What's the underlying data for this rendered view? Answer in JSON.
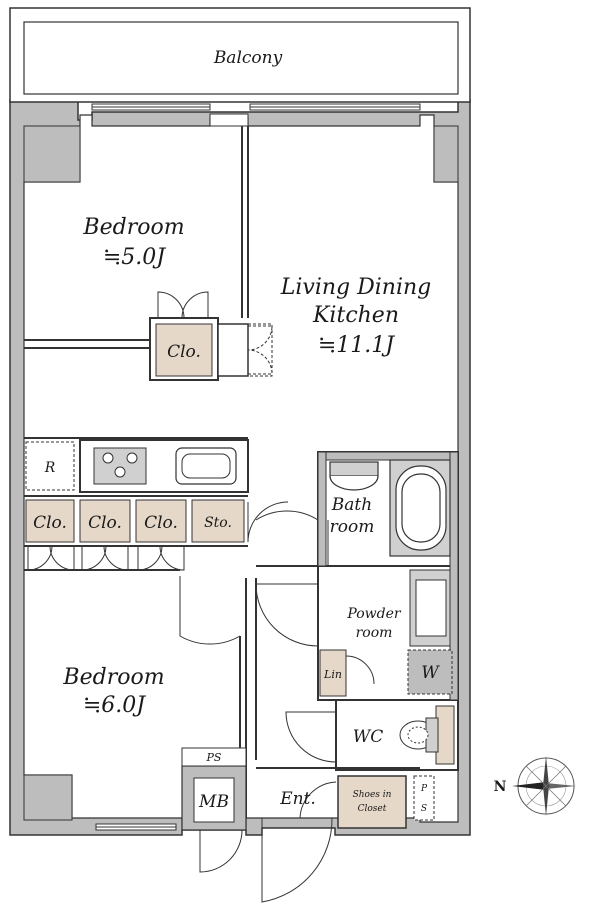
{
  "rooms": {
    "balcony": "Balcony",
    "bedroom1": {
      "name": "Bedroom",
      "size": "≒5.0J"
    },
    "ldk": {
      "line1": "Living Dining",
      "line2": "Kitchen",
      "size": "≒11.1J"
    },
    "bedroom2": {
      "name": "Bedroom",
      "size": "≒6.0J"
    },
    "bath": {
      "line1": "Bath",
      "line2": "room"
    },
    "powder": {
      "line1": "Powder",
      "line2": "room"
    },
    "wc": "WC",
    "entrance": "Ent.",
    "mb": "MB"
  },
  "storage": {
    "clo_bedroom1": "Clo.",
    "clo_a": "Clo.",
    "clo_b": "Clo.",
    "clo_c": "Clo.",
    "sto": "Sto.",
    "lin": "Lin",
    "shoes_line1": "Shoes in",
    "shoes_line2": "Closet"
  },
  "fixtures": {
    "fridge": "R",
    "washer": "W",
    "ps_bedroom": "PS",
    "ps_entrance_p": "P",
    "ps_entrance_s": "S"
  },
  "compass": {
    "north": "N"
  },
  "colors": {
    "wall": "#bdbdbd",
    "wall_line": "#333333",
    "storage_fill": "#e6d8c8",
    "washer_fill": "#bdbdbd"
  }
}
